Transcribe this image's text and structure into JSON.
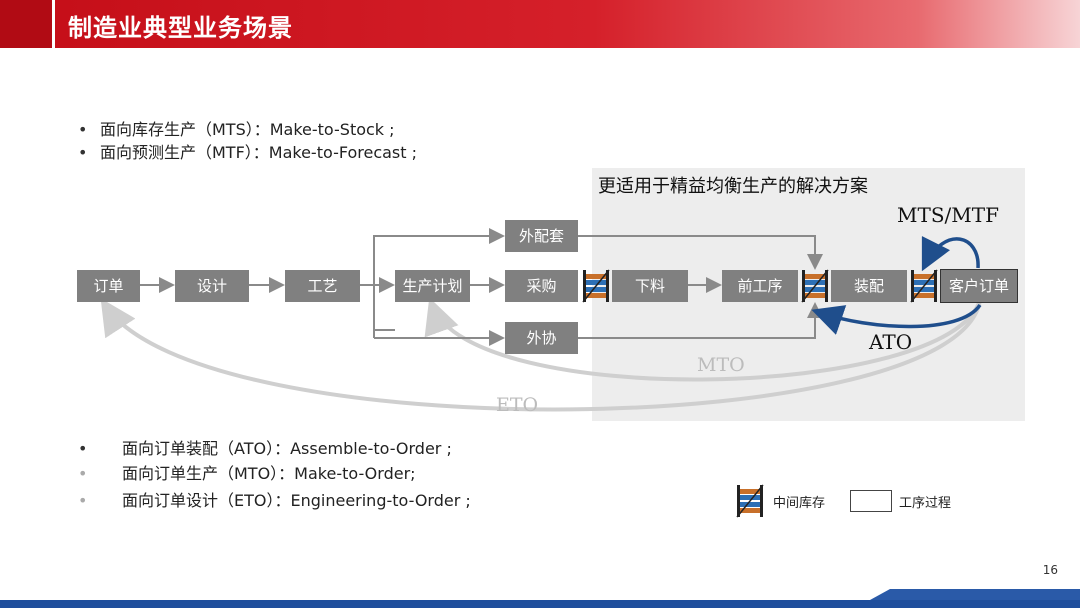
{
  "header": {
    "title": "制造业典型业务场景"
  },
  "bullets_top": [
    "面向库存生产（MTS）：Make-to-Stock ;",
    "面向预测生产（MTF）：Make-to-Forecast ;"
  ],
  "bullets_bottom": [
    "面向订单装配（ATO）：Assemble-to-Order ;",
    "面向订单生产（MTO）：Make-to-Order;",
    "面向订单设计（ETO）：Engineering-to-Order ;"
  ],
  "diagram": {
    "panel_title": "更适用于精益均衡生产的解决方案",
    "nodes": {
      "order": "订单",
      "design": "设计",
      "process": "工艺",
      "plan": "生产计划",
      "outsource_kit": "外配套",
      "purchase": "采购",
      "outsource": "外协",
      "cutting": "下料",
      "pre_process": "前工序",
      "assembly": "装配",
      "customer": "客户订单"
    },
    "labels": {
      "mts_mtf": "MTS/MTF",
      "ato": "ATO",
      "mto": "MTO",
      "eto": "ETO"
    },
    "colors": {
      "box": "#808080",
      "arrow": "#8a8a8a",
      "curve": "#cfcfcf",
      "ato_arrow": "#1f4e8c",
      "panel": "#ededed"
    }
  },
  "legend": {
    "inventory": "中间库存",
    "process_step": "工序过程"
  },
  "page_number": "16",
  "theme": {
    "header_red": "#c40d17",
    "footer_blue": "#1f4e9c"
  }
}
